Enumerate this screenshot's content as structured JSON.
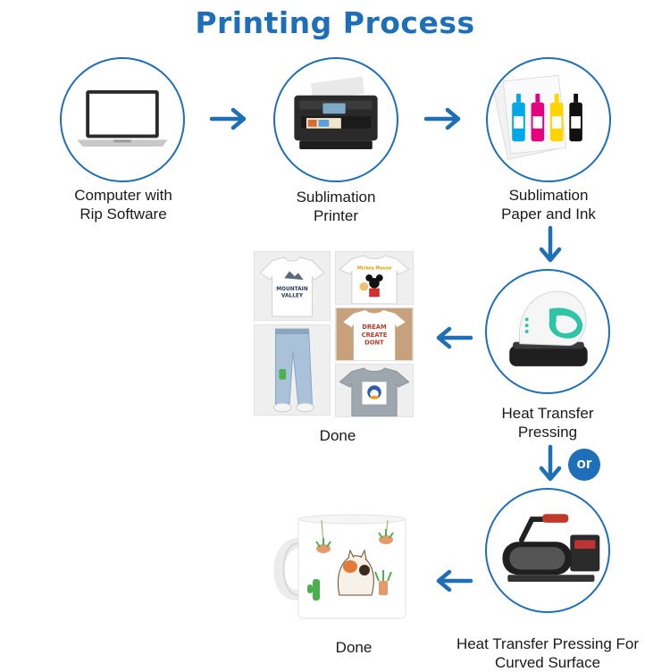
{
  "title": "Printing Process",
  "steps": [
    {
      "lines": [
        "Computer with",
        "Rip Software"
      ],
      "icon": "laptop-icon"
    },
    {
      "lines": [
        "Sublimation",
        "Printer"
      ],
      "icon": "printer-icon"
    },
    {
      "lines": [
        "Sublimation",
        "Paper and Ink"
      ],
      "icon": "ink-bottles-icon"
    },
    {
      "lines": [
        "Heat Transfer",
        "Pressing"
      ],
      "icon": "heat-press-icon"
    },
    {
      "lines": [
        "Heat Transfer Pressing For",
        "Curved Surface"
      ],
      "icon": "mug-press-icon"
    }
  ],
  "results": {
    "apparel_done": "Done",
    "mug_done": "Done",
    "tshirt_print_1": [
      "MOUNTAIN",
      "VALLEY"
    ],
    "tshirt_print_2": "Mickey Mouse",
    "tshirt_print_3": [
      "DREAM",
      "CREATE",
      "DONT"
    ]
  },
  "or_badge": "or",
  "colors": {
    "accent": "#1e6fb8",
    "text": "#1a1a1a",
    "ink_cyan": "#00a8e8",
    "ink_magenta": "#e5007e",
    "ink_yellow": "#ffd400",
    "ink_black": "#111111",
    "press_teal": "#2ec4a6"
  }
}
